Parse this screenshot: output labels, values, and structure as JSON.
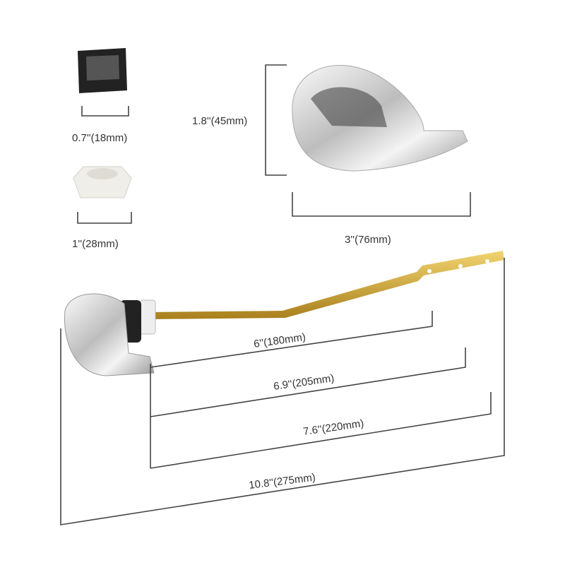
{
  "labels": {
    "gasket": "0.7''(18mm)",
    "nut": "1''(28mm)",
    "handle_height": "1.8''(45mm)",
    "handle_width": "3''(76mm)",
    "arm_6": "6''(180mm)",
    "arm_69": "6.9''(205mm)",
    "arm_76": "7.6''(220mm)",
    "overall": "10.8''(275mm)"
  },
  "colors": {
    "chrome": "#d8d8d8",
    "brass": "#c9a030",
    "gasket": "#222222",
    "nut": "#f0efea"
  }
}
